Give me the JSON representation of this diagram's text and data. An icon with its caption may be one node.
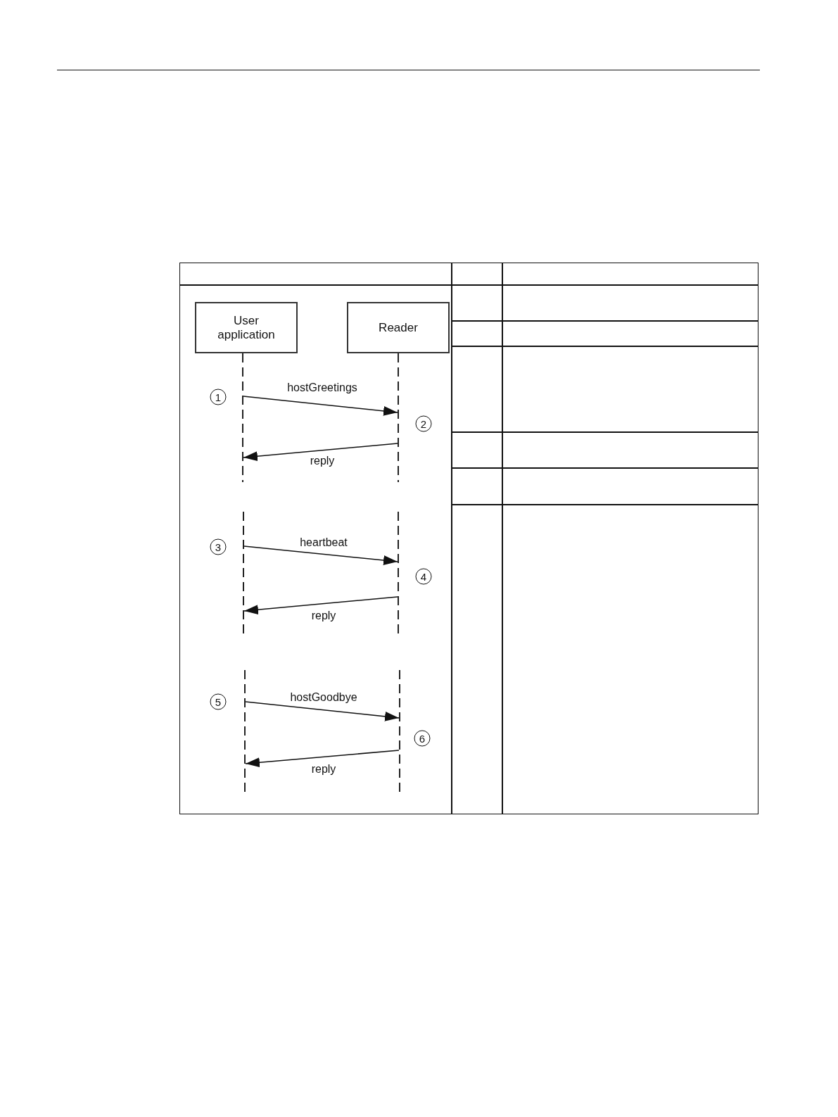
{
  "diagram": {
    "nodes": [
      {
        "text": [
          "User application"
        ]
      },
      {
        "text": [
          "Reader"
        ]
      },
      {
        "text": [],
        "shape": "line"
      },
      {
        "text": [],
        "shape": "line"
      },
      {
        "text": [],
        "shape": "line"
      },
      {
        "text": [],
        "shape": "line"
      },
      {
        "text": [],
        "shape": "line"
      },
      {
        "text": [],
        "shape": "line"
      }
    ],
    "edges": [
      {
        "from": 2,
        "to": 3,
        "label": "hostGreetings",
        "arrow": "to"
      },
      {
        "from": 3,
        "to": 2,
        "label": "reply",
        "arrow": "to"
      },
      {
        "from": 4,
        "to": 5,
        "label": "heartbeat",
        "arrow": "to"
      },
      {
        "from": 5,
        "to": 4,
        "label": "reply",
        "arrow": "to"
      },
      {
        "from": 6,
        "to": 7,
        "label": "hostGoodbye",
        "arrow": "to"
      },
      {
        "from": 7,
        "to": 6,
        "label": "reply",
        "arrow": "to"
      }
    ],
    "labels": [
      "1",
      "2",
      "3",
      "4",
      "5",
      "6"
    ]
  }
}
